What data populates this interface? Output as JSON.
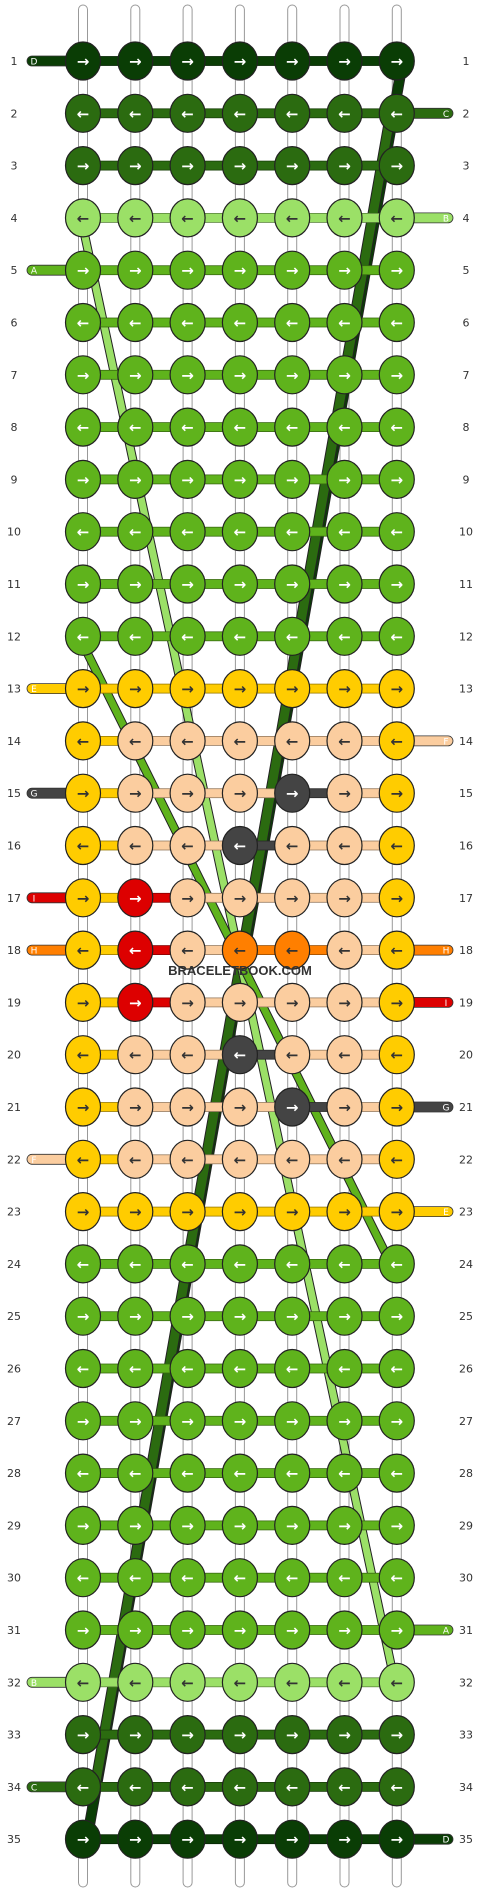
{
  "watermark": "BRACELETBOOK.COM",
  "colors": {
    "D": "#0a3d05",
    "C": "#2b6b10",
    "B": "#9be067",
    "A": "#5fb31c",
    "E": "#ffcc00",
    "F": "#fbcd9f",
    "G": "#444444",
    "H": "#ff7f00",
    "I": "#dd0000"
  },
  "left_strings": [
    "D",
    "",
    "",
    "",
    "A",
    "",
    "",
    "",
    "",
    "",
    "",
    "",
    "E",
    "",
    "G",
    "",
    "I",
    "H",
    "",
    "",
    "",
    "F",
    "",
    "",
    "",
    "",
    "",
    "",
    "",
    "",
    "",
    "B",
    "",
    "C",
    ""
  ],
  "right_strings": [
    "",
    "C",
    "",
    "B",
    "",
    "",
    "",
    "",
    "",
    "",
    "",
    "",
    "",
    "F",
    "",
    "",
    "",
    "H",
    "I",
    "",
    "G",
    "",
    "E",
    "",
    "",
    "",
    "",
    "",
    "",
    "",
    "A",
    "",
    "",
    "",
    "D"
  ],
  "grid": [
    [
      "D",
      "D",
      "D",
      "D",
      "D",
      "D",
      "D"
    ],
    [
      "C",
      "C",
      "C",
      "C",
      "C",
      "C",
      "C"
    ],
    [
      "C",
      "C",
      "C",
      "C",
      "C",
      "C",
      "C"
    ],
    [
      "B",
      "B",
      "B",
      "B",
      "B",
      "B",
      "B"
    ],
    [
      "A",
      "A",
      "A",
      "A",
      "A",
      "A",
      "A"
    ],
    [
      "A",
      "A",
      "A",
      "A",
      "A",
      "A",
      "A"
    ],
    [
      "A",
      "A",
      "A",
      "A",
      "A",
      "A",
      "A"
    ],
    [
      "A",
      "A",
      "A",
      "A",
      "A",
      "A",
      "A"
    ],
    [
      "A",
      "A",
      "A",
      "A",
      "A",
      "A",
      "A"
    ],
    [
      "A",
      "A",
      "A",
      "A",
      "A",
      "A",
      "A"
    ],
    [
      "A",
      "A",
      "A",
      "A",
      "A",
      "A",
      "A"
    ],
    [
      "A",
      "A",
      "A",
      "A",
      "A",
      "A",
      "A"
    ],
    [
      "E",
      "E",
      "E",
      "E",
      "E",
      "E",
      "E"
    ],
    [
      "E",
      "F",
      "F",
      "F",
      "F",
      "F",
      "E"
    ],
    [
      "E",
      "F",
      "F",
      "F",
      "G",
      "F",
      "E"
    ],
    [
      "E",
      "F",
      "F",
      "G",
      "F",
      "F",
      "E"
    ],
    [
      "E",
      "I",
      "F",
      "F",
      "F",
      "F",
      "E"
    ],
    [
      "E",
      "I",
      "F",
      "H",
      "H",
      "F",
      "E"
    ],
    [
      "E",
      "I",
      "F",
      "F",
      "F",
      "F",
      "E"
    ],
    [
      "E",
      "F",
      "F",
      "G",
      "F",
      "F",
      "E"
    ],
    [
      "E",
      "F",
      "F",
      "F",
      "G",
      "F",
      "E"
    ],
    [
      "E",
      "F",
      "F",
      "F",
      "F",
      "F",
      "E"
    ],
    [
      "E",
      "E",
      "E",
      "E",
      "E",
      "E",
      "E"
    ],
    [
      "A",
      "A",
      "A",
      "A",
      "A",
      "A",
      "A"
    ],
    [
      "A",
      "A",
      "A",
      "A",
      "A",
      "A",
      "A"
    ],
    [
      "A",
      "A",
      "A",
      "A",
      "A",
      "A",
      "A"
    ],
    [
      "A",
      "A",
      "A",
      "A",
      "A",
      "A",
      "A"
    ],
    [
      "A",
      "A",
      "A",
      "A",
      "A",
      "A",
      "A"
    ],
    [
      "A",
      "A",
      "A",
      "A",
      "A",
      "A",
      "A"
    ],
    [
      "A",
      "A",
      "A",
      "A",
      "A",
      "A",
      "A"
    ],
    [
      "A",
      "A",
      "A",
      "A",
      "A",
      "A",
      "A"
    ],
    [
      "B",
      "B",
      "B",
      "B",
      "B",
      "B",
      "B"
    ],
    [
      "C",
      "C",
      "C",
      "C",
      "C",
      "C",
      "C"
    ],
    [
      "C",
      "C",
      "C",
      "C",
      "C",
      "C",
      "C"
    ],
    [
      "D",
      "D",
      "D",
      "D",
      "D",
      "D",
      "D"
    ]
  ],
  "directions": [
    "RRRRRRR",
    "LLLLLLL",
    "RRRRRRR",
    "LLLLLLL",
    "RRRRRRR",
    "LLLLLLL",
    "RRRRRRR",
    "LLLLLLL",
    "RRRRRRR",
    "LLLLLLL",
    "RRRRRRR",
    "LLLLLLL",
    "RRRRRRR",
    "LLLLLLL",
    "RRRRRRR",
    "LLLLLLL",
    "RRRRRRR",
    "LLLLLLL",
    "RRRRRRR",
    "LLLLLLL",
    "RRRRRRR",
    "LLLLLLL",
    "RRRRRRR",
    "LLLLLLL",
    "RRRRRRR",
    "LLLLLLL",
    "RRRRRRR",
    "LLLLLLL",
    "RRRRRRR",
    "LLLLLLL",
    "RRRRRRR",
    "LLLLLLL",
    "RRRRRRR",
    "LLLLLLL",
    "RRRRRRR"
  ],
  "arrows": {
    "R": "→",
    "L": "←"
  },
  "row_count": 35
}
